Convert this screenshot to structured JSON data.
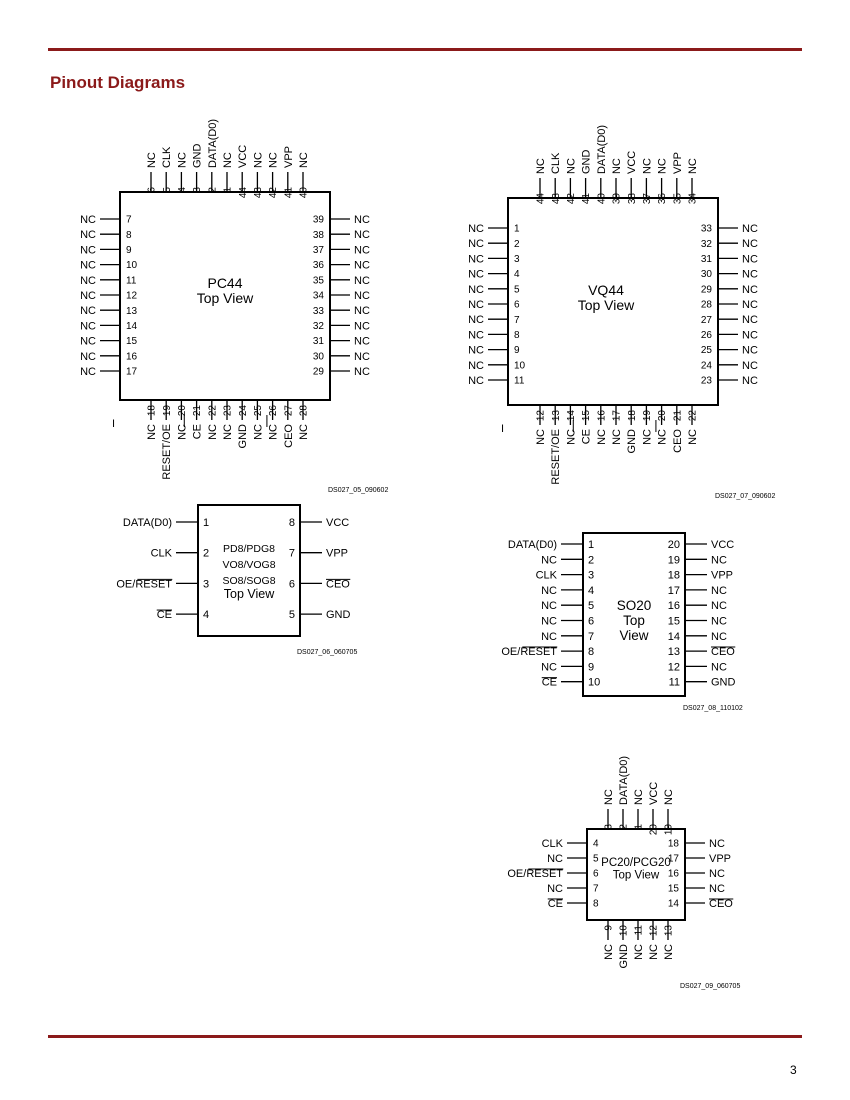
{
  "page": {
    "section_title": "Pinout Diagrams",
    "page_number": "3"
  },
  "diagrams": {
    "pc44": {
      "name": "PC44",
      "view": "Top View",
      "code": "DS027_05_090602",
      "top": [
        [
          "6",
          "NC"
        ],
        [
          "5",
          "CLK"
        ],
        [
          "4",
          "NC"
        ],
        [
          "3",
          "GND"
        ],
        [
          "2",
          "DATA(D0)"
        ],
        [
          "1",
          "NC"
        ],
        [
          "44",
          "VCC"
        ],
        [
          "43",
          "NC"
        ],
        [
          "42",
          "NC"
        ],
        [
          "41",
          "VPP"
        ],
        [
          "40",
          "NC"
        ]
      ],
      "left": [
        [
          "7",
          "NC"
        ],
        [
          "8",
          "NC"
        ],
        [
          "9",
          "NC"
        ],
        [
          "10",
          "NC"
        ],
        [
          "11",
          "NC"
        ],
        [
          "12",
          "NC"
        ],
        [
          "13",
          "NC"
        ],
        [
          "14",
          "NC"
        ],
        [
          "15",
          "NC"
        ],
        [
          "16",
          "NC"
        ],
        [
          "17",
          "NC"
        ]
      ],
      "right": [
        [
          "39",
          "NC"
        ],
        [
          "38",
          "NC"
        ],
        [
          "37",
          "NC"
        ],
        [
          "36",
          "NC"
        ],
        [
          "35",
          "NC"
        ],
        [
          "34",
          "NC"
        ],
        [
          "33",
          "NC"
        ],
        [
          "32",
          "NC"
        ],
        [
          "31",
          "NC"
        ],
        [
          "30",
          "NC"
        ],
        [
          "29",
          "NC"
        ]
      ],
      "bottom": [
        [
          "18",
          "NC"
        ],
        [
          "19",
          "RESET/OE"
        ],
        [
          "20",
          "NC"
        ],
        [
          "21",
          "CE"
        ],
        [
          "22",
          "NC"
        ],
        [
          "23",
          "NC"
        ],
        [
          "24",
          "GND"
        ],
        [
          "25",
          "NC"
        ],
        [
          "26",
          "NC"
        ],
        [
          "27",
          "CEO"
        ],
        [
          "28",
          "NC"
        ]
      ]
    },
    "vq44": {
      "name": "VQ44",
      "view": "Top View",
      "code": "DS027_07_090602",
      "top": [
        [
          "44",
          "NC"
        ],
        [
          "43",
          "CLK"
        ],
        [
          "42",
          "NC"
        ],
        [
          "41",
          "GND"
        ],
        [
          "40",
          "DATA(D0)"
        ],
        [
          "39",
          "NC"
        ],
        [
          "38",
          "VCC"
        ],
        [
          "37",
          "NC"
        ],
        [
          "36",
          "NC"
        ],
        [
          "35",
          "VPP"
        ],
        [
          "34",
          "NC"
        ]
      ],
      "left": [
        [
          "1",
          "NC"
        ],
        [
          "2",
          "NC"
        ],
        [
          "3",
          "NC"
        ],
        [
          "4",
          "NC"
        ],
        [
          "5",
          "NC"
        ],
        [
          "6",
          "NC"
        ],
        [
          "7",
          "NC"
        ],
        [
          "8",
          "NC"
        ],
        [
          "9",
          "NC"
        ],
        [
          "10",
          "NC"
        ],
        [
          "11",
          "NC"
        ]
      ],
      "right": [
        [
          "33",
          "NC"
        ],
        [
          "32",
          "NC"
        ],
        [
          "31",
          "NC"
        ],
        [
          "30",
          "NC"
        ],
        [
          "29",
          "NC"
        ],
        [
          "28",
          "NC"
        ],
        [
          "27",
          "NC"
        ],
        [
          "26",
          "NC"
        ],
        [
          "25",
          "NC"
        ],
        [
          "24",
          "NC"
        ],
        [
          "23",
          "NC"
        ]
      ],
      "bottom": [
        [
          "12",
          "NC"
        ],
        [
          "13",
          "RESET/OE"
        ],
        [
          "14",
          "NC"
        ],
        [
          "15",
          "CE"
        ],
        [
          "16",
          "NC"
        ],
        [
          "17",
          "NC"
        ],
        [
          "18",
          "GND"
        ],
        [
          "19",
          "NC"
        ],
        [
          "20",
          "NC"
        ],
        [
          "21",
          "CEO"
        ],
        [
          "22",
          "NC"
        ]
      ]
    },
    "pd8": {
      "name_lines": [
        "PD8/PDG8",
        "VO8/VOG8",
        "SO8/SOG8"
      ],
      "view": "Top View",
      "code": "DS027_06_060705",
      "left": [
        [
          "1",
          "DATA(D0)"
        ],
        [
          "2",
          "CLK"
        ],
        [
          "3",
          "OE/RESET"
        ],
        [
          "4",
          "CE"
        ]
      ],
      "right": [
        [
          "8",
          "VCC"
        ],
        [
          "7",
          "VPP"
        ],
        [
          "6",
          "CEO"
        ],
        [
          "5",
          "GND"
        ]
      ]
    },
    "so20": {
      "name_lines": [
        "SO20",
        "Top",
        "View"
      ],
      "code": "DS027_08_110102",
      "left": [
        [
          "1",
          "DATA(D0)"
        ],
        [
          "2",
          "NC"
        ],
        [
          "3",
          "CLK"
        ],
        [
          "4",
          "NC"
        ],
        [
          "5",
          "NC"
        ],
        [
          "6",
          "NC"
        ],
        [
          "7",
          "NC"
        ],
        [
          "8",
          "OE/RESET"
        ],
        [
          "9",
          "NC"
        ],
        [
          "10",
          "CE"
        ]
      ],
      "right": [
        [
          "20",
          "VCC"
        ],
        [
          "19",
          "NC"
        ],
        [
          "18",
          "VPP"
        ],
        [
          "17",
          "NC"
        ],
        [
          "16",
          "NC"
        ],
        [
          "15",
          "NC"
        ],
        [
          "14",
          "NC"
        ],
        [
          "13",
          "CEO"
        ],
        [
          "12",
          "NC"
        ],
        [
          "11",
          "GND"
        ]
      ]
    },
    "pc20": {
      "name": "PC20/PCG20",
      "view": "Top View",
      "code": "DS027_09_060705",
      "top": [
        [
          "3",
          "NC"
        ],
        [
          "2",
          "DATA(D0)"
        ],
        [
          "1",
          "NC"
        ],
        [
          "20",
          "VCC"
        ],
        [
          "19",
          "NC"
        ]
      ],
      "left": [
        [
          "4",
          "CLK"
        ],
        [
          "5",
          "NC"
        ],
        [
          "6",
          "OE/RESET"
        ],
        [
          "7",
          "NC"
        ],
        [
          "8",
          "CE"
        ]
      ],
      "right": [
        [
          "18",
          "NC"
        ],
        [
          "17",
          "VPP"
        ],
        [
          "16",
          "NC"
        ],
        [
          "15",
          "NC"
        ],
        [
          "14",
          "CEO"
        ]
      ],
      "bottom": [
        [
          "9",
          "NC"
        ],
        [
          "10",
          "GND"
        ],
        [
          "11",
          "NC"
        ],
        [
          "12",
          "NC"
        ],
        [
          "13",
          "NC"
        ]
      ]
    }
  }
}
